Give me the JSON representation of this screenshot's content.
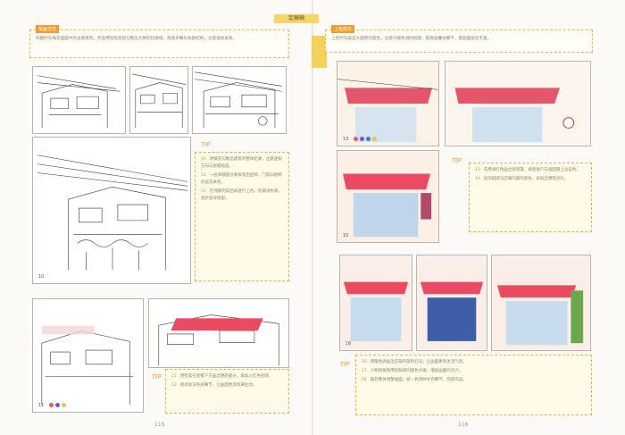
{
  "header": {
    "chapter_tag": "定稿稿"
  },
  "left": {
    "page_number": "115",
    "tip_label": "TIP",
    "intro": {
      "label": "绘画方法",
      "text": "构图时先确定画面中的主要建筑，然后用铅笔轻轻勾勒出大致的轮廓线，再逐步细化局部结构，注意透视关系。"
    },
    "steps": [
      {
        "num": "10"
      },
      {
        "num": "11"
      }
    ],
    "notes": [
      {
        "num": "10",
        "text": "原稿先勾勒出建筑的整体轮廓，注意透视方向与屋檐角度。"
      },
      {
        "num": "11",
        "text": "一层商铺部分要表现出招牌、门窗与植物的层次关系。"
      },
      {
        "num": "12",
        "text": "在线稿完成后再进行上色，先铺浅色调，逐步加深暗部。"
      },
      {
        "num": "11",
        "text": "用铅笔在屋檐下方画出阴影部分，再加入红色招牌。"
      },
      {
        "num": "12",
        "text": "继续加深各处细节，让画面更加饱满生动。"
      }
    ]
  },
  "right": {
    "page_number": "116",
    "tip_label": "TIP",
    "intro": {
      "label": "上色技法",
      "text": "上色时先画出大面积的底色，注意冷暖色调的搭配，再逐层叠加细节，使画面层次丰富。"
    },
    "steps": [
      {
        "num": "13"
      },
      {
        "num": "15"
      },
      {
        "num": "16"
      }
    ],
    "notes": [
      {
        "num": "13",
        "text": "先用浅红色画出遮阳篷，再给窗户与墙面铺上淡蓝色。"
      },
      {
        "num": "14",
        "text": "加深招牌与店铺内部的颜色，表现出明暗对比。"
      },
      {
        "num": "16",
        "text": "用暖色调画出店铺内部的灯光，让画面更有生活气息。"
      },
      {
        "num": "17",
        "text": "人物和植物用较鲜艳的颜色点缀，增加画面的活力。"
      },
      {
        "num": "18",
        "text": "最后整体调整画面，统一色调并补充细节，完成作品。"
      }
    ]
  }
}
